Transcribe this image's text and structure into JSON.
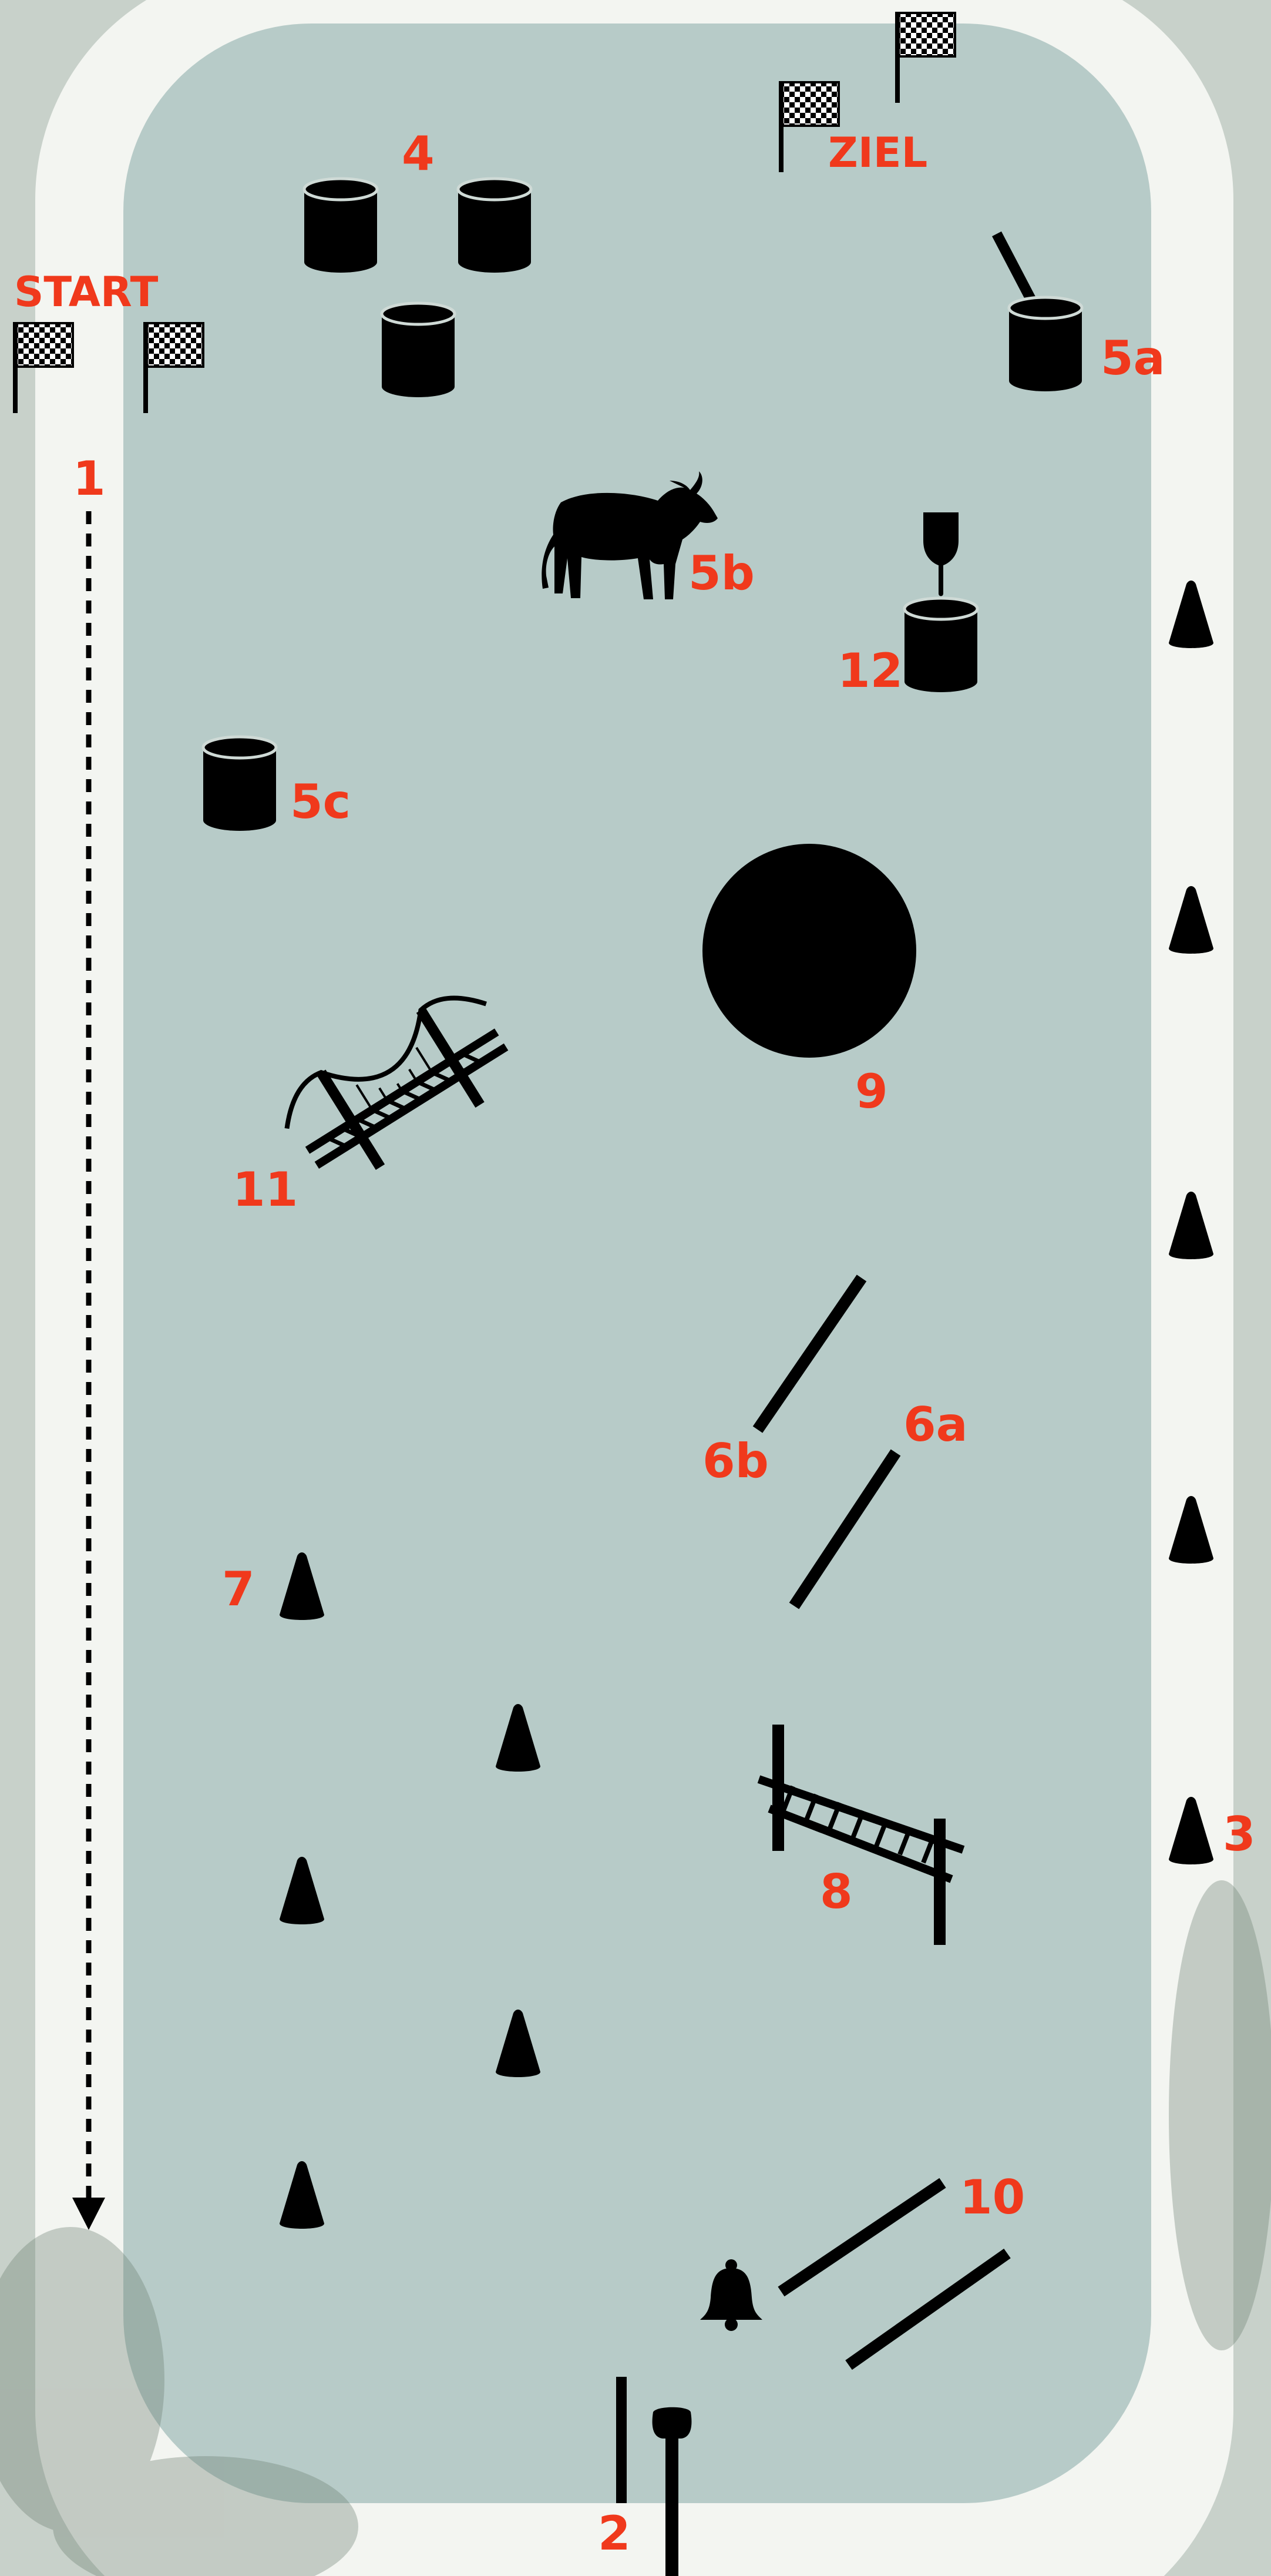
{
  "colors": {
    "field": "#b7cbc8",
    "track": "#f3f5f1",
    "surround": "#c8d1ca",
    "obstacle": "#000000",
    "label": "#f0391c"
  },
  "labels": {
    "start": "START",
    "ziel": "ZIEL",
    "s1": "1",
    "s2": "2",
    "s3": "3",
    "s4": "4",
    "s5a": "5a",
    "s5b": "5b",
    "s5c": "5c",
    "s6a": "6a",
    "s6b": "6b",
    "s7": "7",
    "s8": "8",
    "s9": "9",
    "s10": "10",
    "s11": "11",
    "s12": "12"
  },
  "icons": {
    "flag": "checkered-flag-icon",
    "barrel": "barrel-icon",
    "cone": "cone-icon",
    "cow": "cow-icon",
    "wine_glass": "wine-glass-icon",
    "bell": "bell-icon",
    "bridge": "bridge-icon",
    "ladder": "ladder-icon",
    "ball": "ball-icon",
    "pole": "pole-icon",
    "post": "post-icon",
    "arrow": "arrow-icon"
  }
}
